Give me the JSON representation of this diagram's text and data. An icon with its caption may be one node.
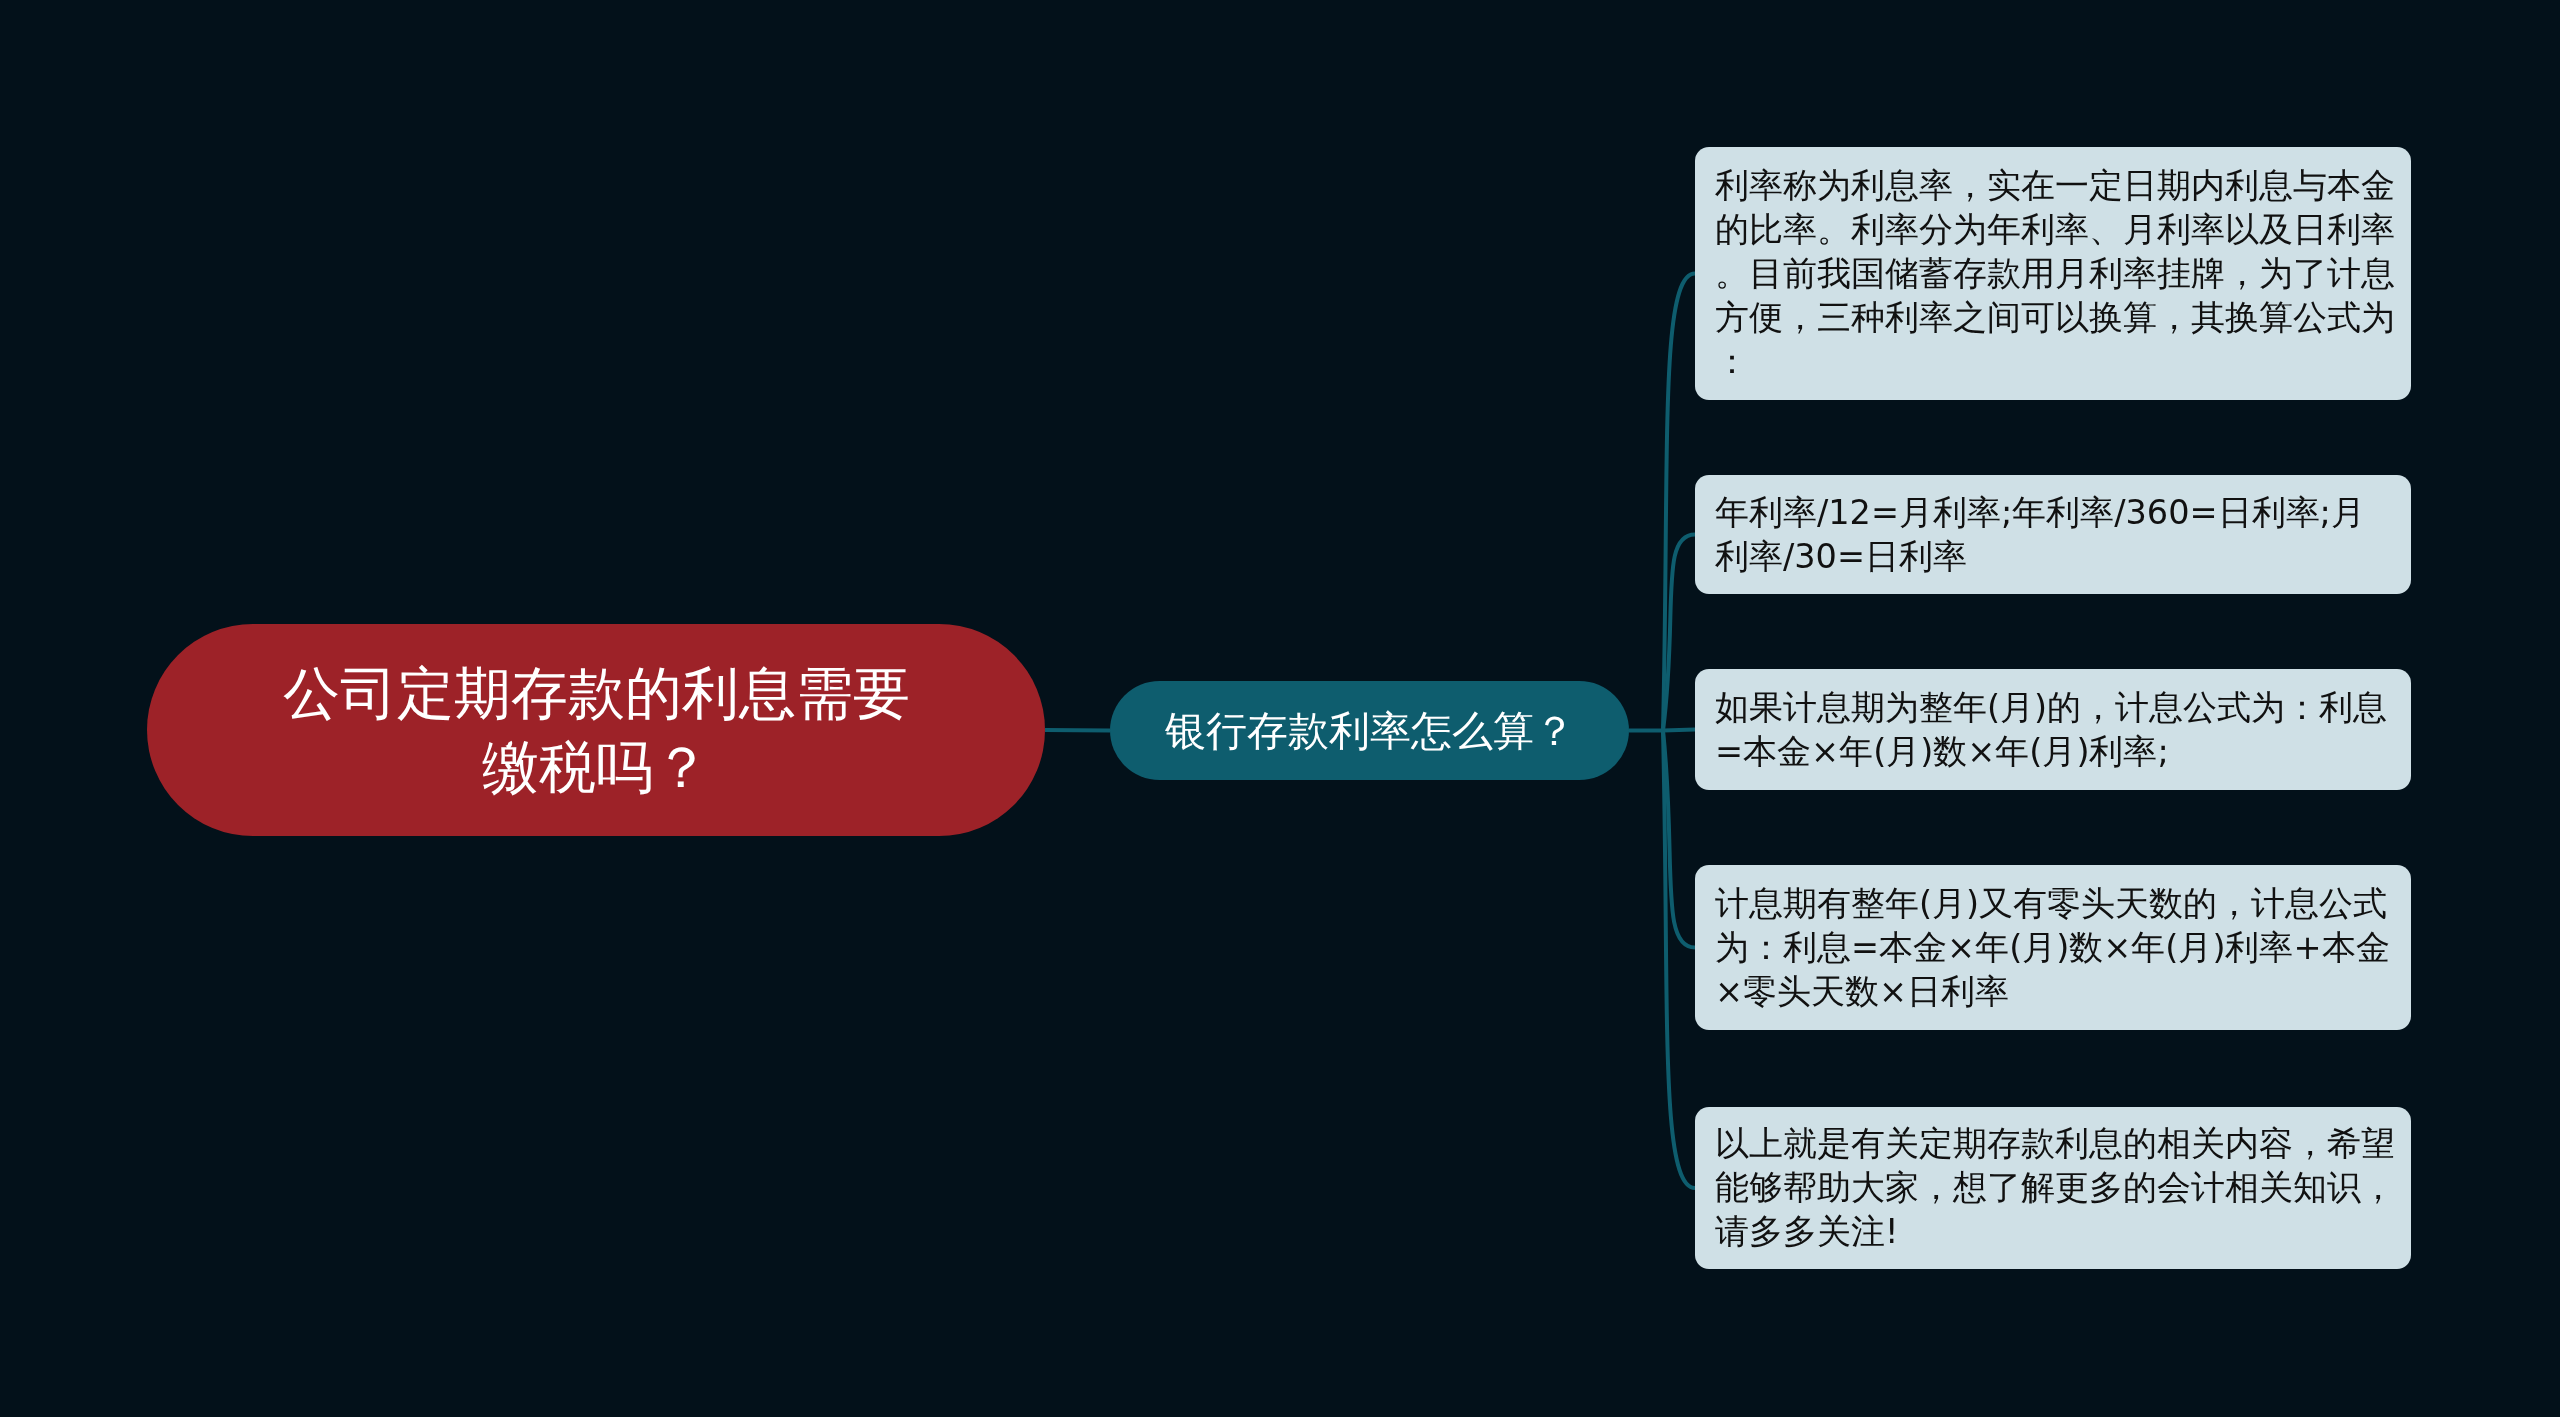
{
  "diagram": {
    "nodes": [
      {
        "text": [
          "公司定期存款的利息需要缴税吗？"
        ]
      },
      {
        "text": [
          "银行存款利率怎么算？"
        ]
      },
      {
        "text": [
          "利率称为利息率，实在一定日期内利息与本金的比率。利率分为年利率、月利率以及日利率。目前我国储蓄存款用月利率挂牌，为了计息方便，三种利率之间可以换算，其换算公式为："
        ]
      },
      {
        "text": [
          "年利率/12=月利率;年利率/360=日利率;月利率/30=日利率"
        ]
      },
      {
        "text": [
          "如果计息期为整年(月)的，计息公式为：利息=本金×年(月)数×年(月)利率;"
        ]
      },
      {
        "text": [
          "计息期有整年(月)又有零头天数的，计息公式为：利息=本金×年(月)数×年(月)利率+本金×零头天数×日利率"
        ]
      },
      {
        "text": [
          "以上就是有关定期存款利息的相关内容，希望能够帮助大家，想了解更多的会计相关知识，请多多关注!"
        ]
      }
    ],
    "edges": [
      {
        "from": 0,
        "to": 1,
        "arrow": "none"
      },
      {
        "from": 1,
        "to": 2,
        "arrow": "none"
      },
      {
        "from": 1,
        "to": 3,
        "arrow": "none"
      },
      {
        "from": 1,
        "to": 4,
        "arrow": "none"
      },
      {
        "from": 1,
        "to": 5,
        "arrow": "none"
      },
      {
        "from": 1,
        "to": 6,
        "arrow": "none"
      }
    ]
  }
}
